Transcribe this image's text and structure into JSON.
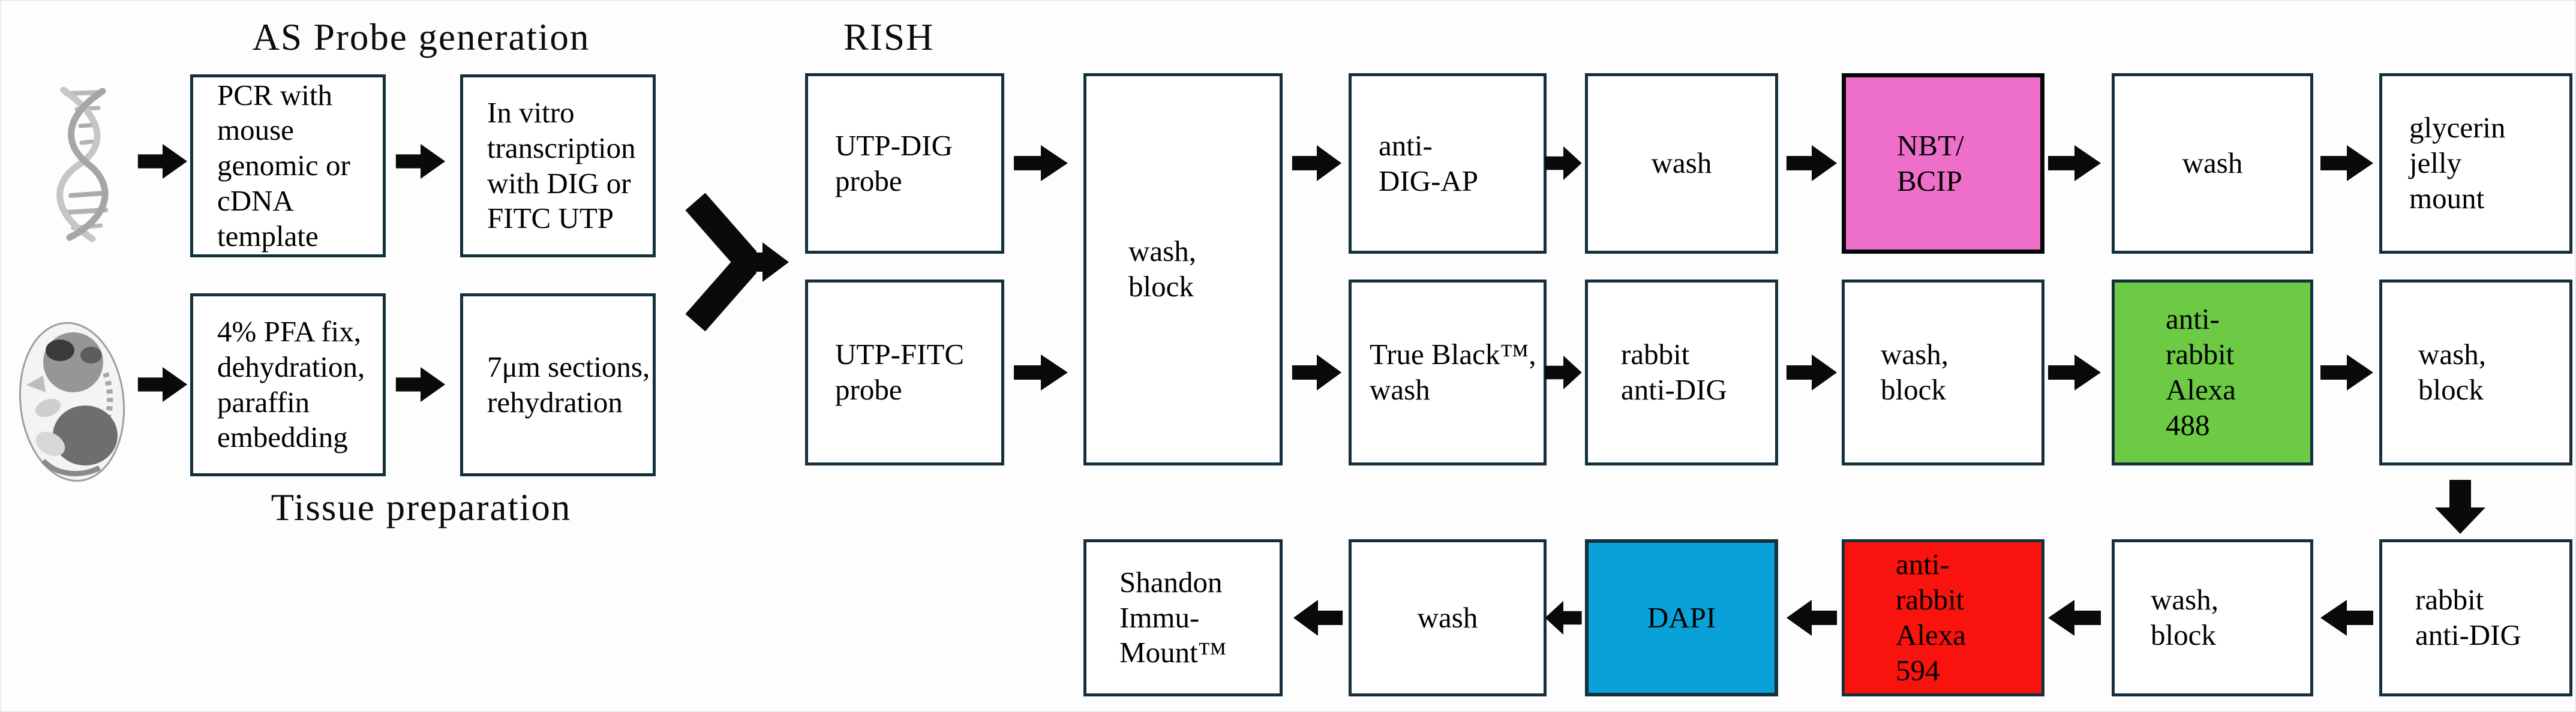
{
  "colors": {
    "border": "#14303c",
    "arrow": "#0a0a0a",
    "pink": "#ee6fc9",
    "green": "#6cca44",
    "red": "#fa120e",
    "blue": "#0aa1d8"
  },
  "titles": {
    "probe_generation": "AS Probe generation",
    "rish": "RISH",
    "tissue_preparation": "Tissue preparation"
  },
  "probe_row": {
    "pcr": "PCR with\nmouse\ngenomic or\ncDNA\ntemplate",
    "invitro": "In vitro\ntranscription\nwith DIG or\nFITC UTP"
  },
  "tissue_row": {
    "pfa": "4% PFA fix,\ndehydration,\nparaffin\nembedding",
    "sections": "7μm sections,\nrehydration"
  },
  "rish": {
    "utp_dig": "UTP-DIG\nprobe",
    "utp_fitc": "UTP-FITC\nprobe",
    "wash_block_main": "wash,\nblock",
    "row1": {
      "anti_dig_ap": "anti-\nDIG-AP",
      "wash1": "wash",
      "nbt_bcip": "NBT/\nBCIP",
      "wash2": "wash",
      "glycerin": "glycerin\njelly\nmount"
    },
    "row2": {
      "true_black": "True Black™,\nwash",
      "rabbit_anti_dig": "rabbit\nanti-DIG",
      "wash_block1": "wash,\nblock",
      "alexa488": "anti-\nrabbit\nAlexa\n488",
      "wash_block2": "wash,\nblock"
    },
    "row3": {
      "shandon": "Shandon\nImmu-\nMount™",
      "wash": "wash",
      "dapi": "DAPI",
      "alexa594": "anti-\nrabbit\nAlexa\n594",
      "wash_block": "wash,\nblock",
      "rabbit_anti_dig": "rabbit\nanti-DIG"
    }
  },
  "icons": {
    "dna": "dna-helix-icon",
    "embryo": "mouse-embryo-icon"
  }
}
